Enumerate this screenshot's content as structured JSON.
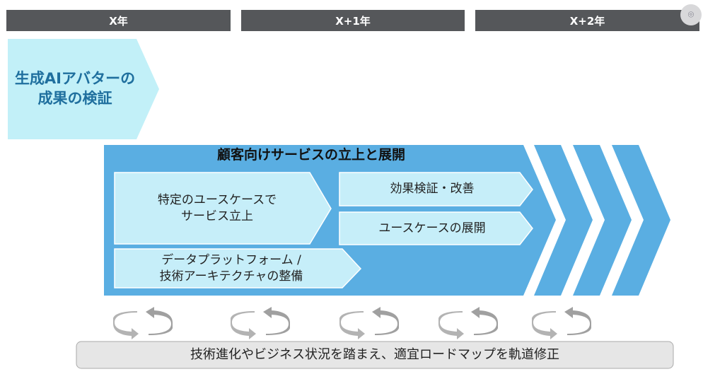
{
  "timeline": [
    "X年",
    "X+1年",
    "X+2年"
  ],
  "phase1": {
    "line1": "生成AIアバターの",
    "line2": "成果の検証"
  },
  "phase2": {
    "title": "顧客向けサービスの立上と展開",
    "box1": {
      "line1": "特定のユースケースで",
      "line2": "サービス立上"
    },
    "box2": "効果検証・改善",
    "box3": "ユースケースの展開",
    "box4": {
      "line1": "データプラットフォーム /",
      "line2": "技術アーキテクチャの整備"
    }
  },
  "cycle_icons": [
    "cycle-icon",
    "cycle-icon",
    "cycle-icon",
    "cycle-icon",
    "cycle-icon"
  ],
  "footer": "技術進化やビジネス状況を踏まえ、適宜ロードマップを軌道修正",
  "colors": {
    "header": "#55575a",
    "blue": "#5aaee2",
    "light": "#c6eef9",
    "phase1": "#c2f0f8"
  }
}
